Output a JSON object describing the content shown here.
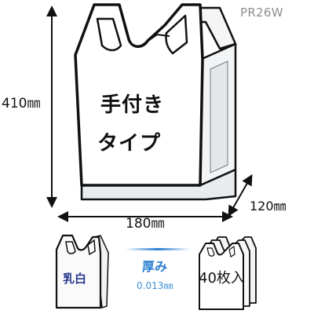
{
  "product_code": "PR26W",
  "bag_label_line1": "手付き",
  "bag_label_line2": "タイプ",
  "dimensions": {
    "height": "410㎜",
    "width": "180㎜",
    "depth": "120㎜"
  },
  "color_label": "乳白",
  "thickness": {
    "label": "厚み",
    "value": "0.013㎜"
  },
  "quantity": "40枚入",
  "colors": {
    "outline": "#111111",
    "thickness_accent": "#2a7fd0",
    "color_label": "#2a3c8c",
    "code_gray": "#8e8e8e"
  }
}
